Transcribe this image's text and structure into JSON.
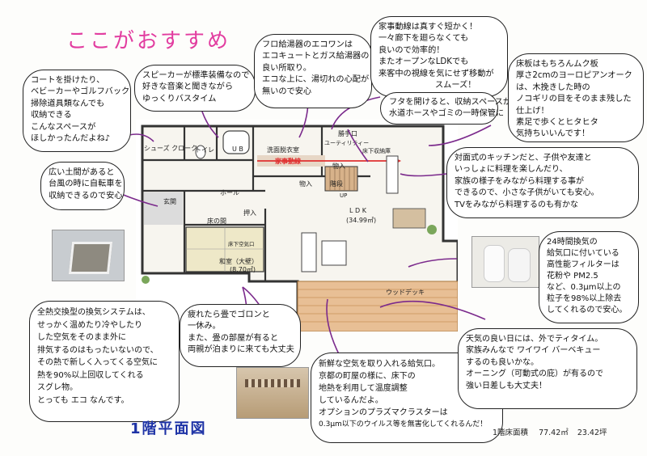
{
  "title": "ここがおすすめ",
  "floor_title": "1階平面図",
  "area": {
    "label": "1階床面積",
    "sqm": "77.42㎡",
    "tsubo": "23.42坪"
  },
  "bubbles": {
    "coat": [
      "コートを掛けたり、",
      "ベビーカーやゴルフバック",
      "掃除道具類なんでも",
      "収納できる",
      "こんなスペースが",
      "ほしかったんだよね♪"
    ],
    "speaker": [
      "スピーカーが標準装備なので",
      "好きな音楽と聞きながら",
      "ゆっくりバスタイム"
    ],
    "heater": [
      "フロ給湯器のエコワンは",
      "エコキュートとガス給湯器の",
      "良い所取り。",
      "エコな上に、湯切れの心配が",
      "無いので安心"
    ],
    "laundry": [
      "家事動線は真すぐ短かく！",
      "一々廊下を廻らなくても",
      "良いので効率的！",
      "またオープンなLDKでも",
      "来客中の視線を気にせず移動が",
      "スムーズ！"
    ],
    "door": [
      "フタを開けると、収納スペースが",
      "水道ホースやゴミの一時保管に"
    ],
    "floor": [
      "床板はもちろんムク板",
      "厚さ2cmのヨーロピアンオーク",
      "は、木挽きした時の",
      "ノコギリの目をそのまま残した",
      "仕上げ！",
      "素足で歩くとヒタヒタ",
      "気持ちいいんです！"
    ],
    "doma": [
      "広い土間があると",
      "台風の時に自転車を",
      "収納できるので安心"
    ],
    "kitchen": [
      "対面式のキッチンだと、子供や友達と",
      "いっしょに料理を楽しんだり、",
      "家族の様子をみながら料理する事が",
      "できるので、小さな子供がいても安心。",
      "TVをみながら料理するのも有かな"
    ],
    "vent": [
      "全熱交換型の換気システムは、",
      "せっかく温めたり冷やしたり",
      "した空気をそのまま外に",
      "排気するのはもったいないので、",
      "その熱で新しく入ってくる空気に",
      "熱を90%以上回収してくれる",
      "スグレ物。",
      "とっても エコ なんです。"
    ],
    "tatami": [
      "疲れたら畳でゴロンと",
      "一休み。",
      "また、畳の部屋が有ると",
      "両親が泊まりに来ても大丈夫"
    ],
    "filter": [
      "24時間換気の",
      "給気口に付いている",
      "高性能フィルターは",
      "花粉や PM2.5",
      "など、0.3μm以上の",
      "粒子を98%以上除去",
      "してくれるので安心。"
    ],
    "underfloor": [
      "新鮮な空気を取り入れる給気口。",
      "京都の町屋の様に、床下の",
      "地熱を利用して温度調整",
      "しているんだよ。",
      "オプションのプラズマクラスターは",
      "0.3μm以下のウイルス等を無害化してくれるんだ！"
    ],
    "deck": [
      "天気の良い日には、外でティタイム。",
      "家族みんなで ワイワイ バーベキュー",
      "するのも良いかな。",
      "オーニング（可動式の庇）が有るので",
      "強い日差しも大丈夫！"
    ]
  },
  "rooms": {
    "shoes": "シューズ クローク",
    "toilet": "トイレ",
    "ub": "U B",
    "wash": "洗面脱衣室",
    "utility": "勝手口",
    "utility2": "ユーティリティー",
    "under_floor_storage": "床下収納庫",
    "kaji": "家事動線",
    "storage1": "物入",
    "storage2": "物入",
    "stairs": "階段",
    "up": "UP",
    "hall": "ホール",
    "entrance": "玄関",
    "tokonoma": "床の間",
    "oshiire": "押入",
    "washitsu": "和室（大壁）",
    "washitsu_area": "(8.70㎡)",
    "floorvent": "床下空気口",
    "ldk": "L D K",
    "ldk_area": "(34.99㎡)",
    "deck": "ウッドデッキ"
  },
  "colors": {
    "accent": "#e23da0",
    "arrow": "#7b2a8c",
    "floor_title": "#1e33a6",
    "dynamic": "#e03030"
  }
}
